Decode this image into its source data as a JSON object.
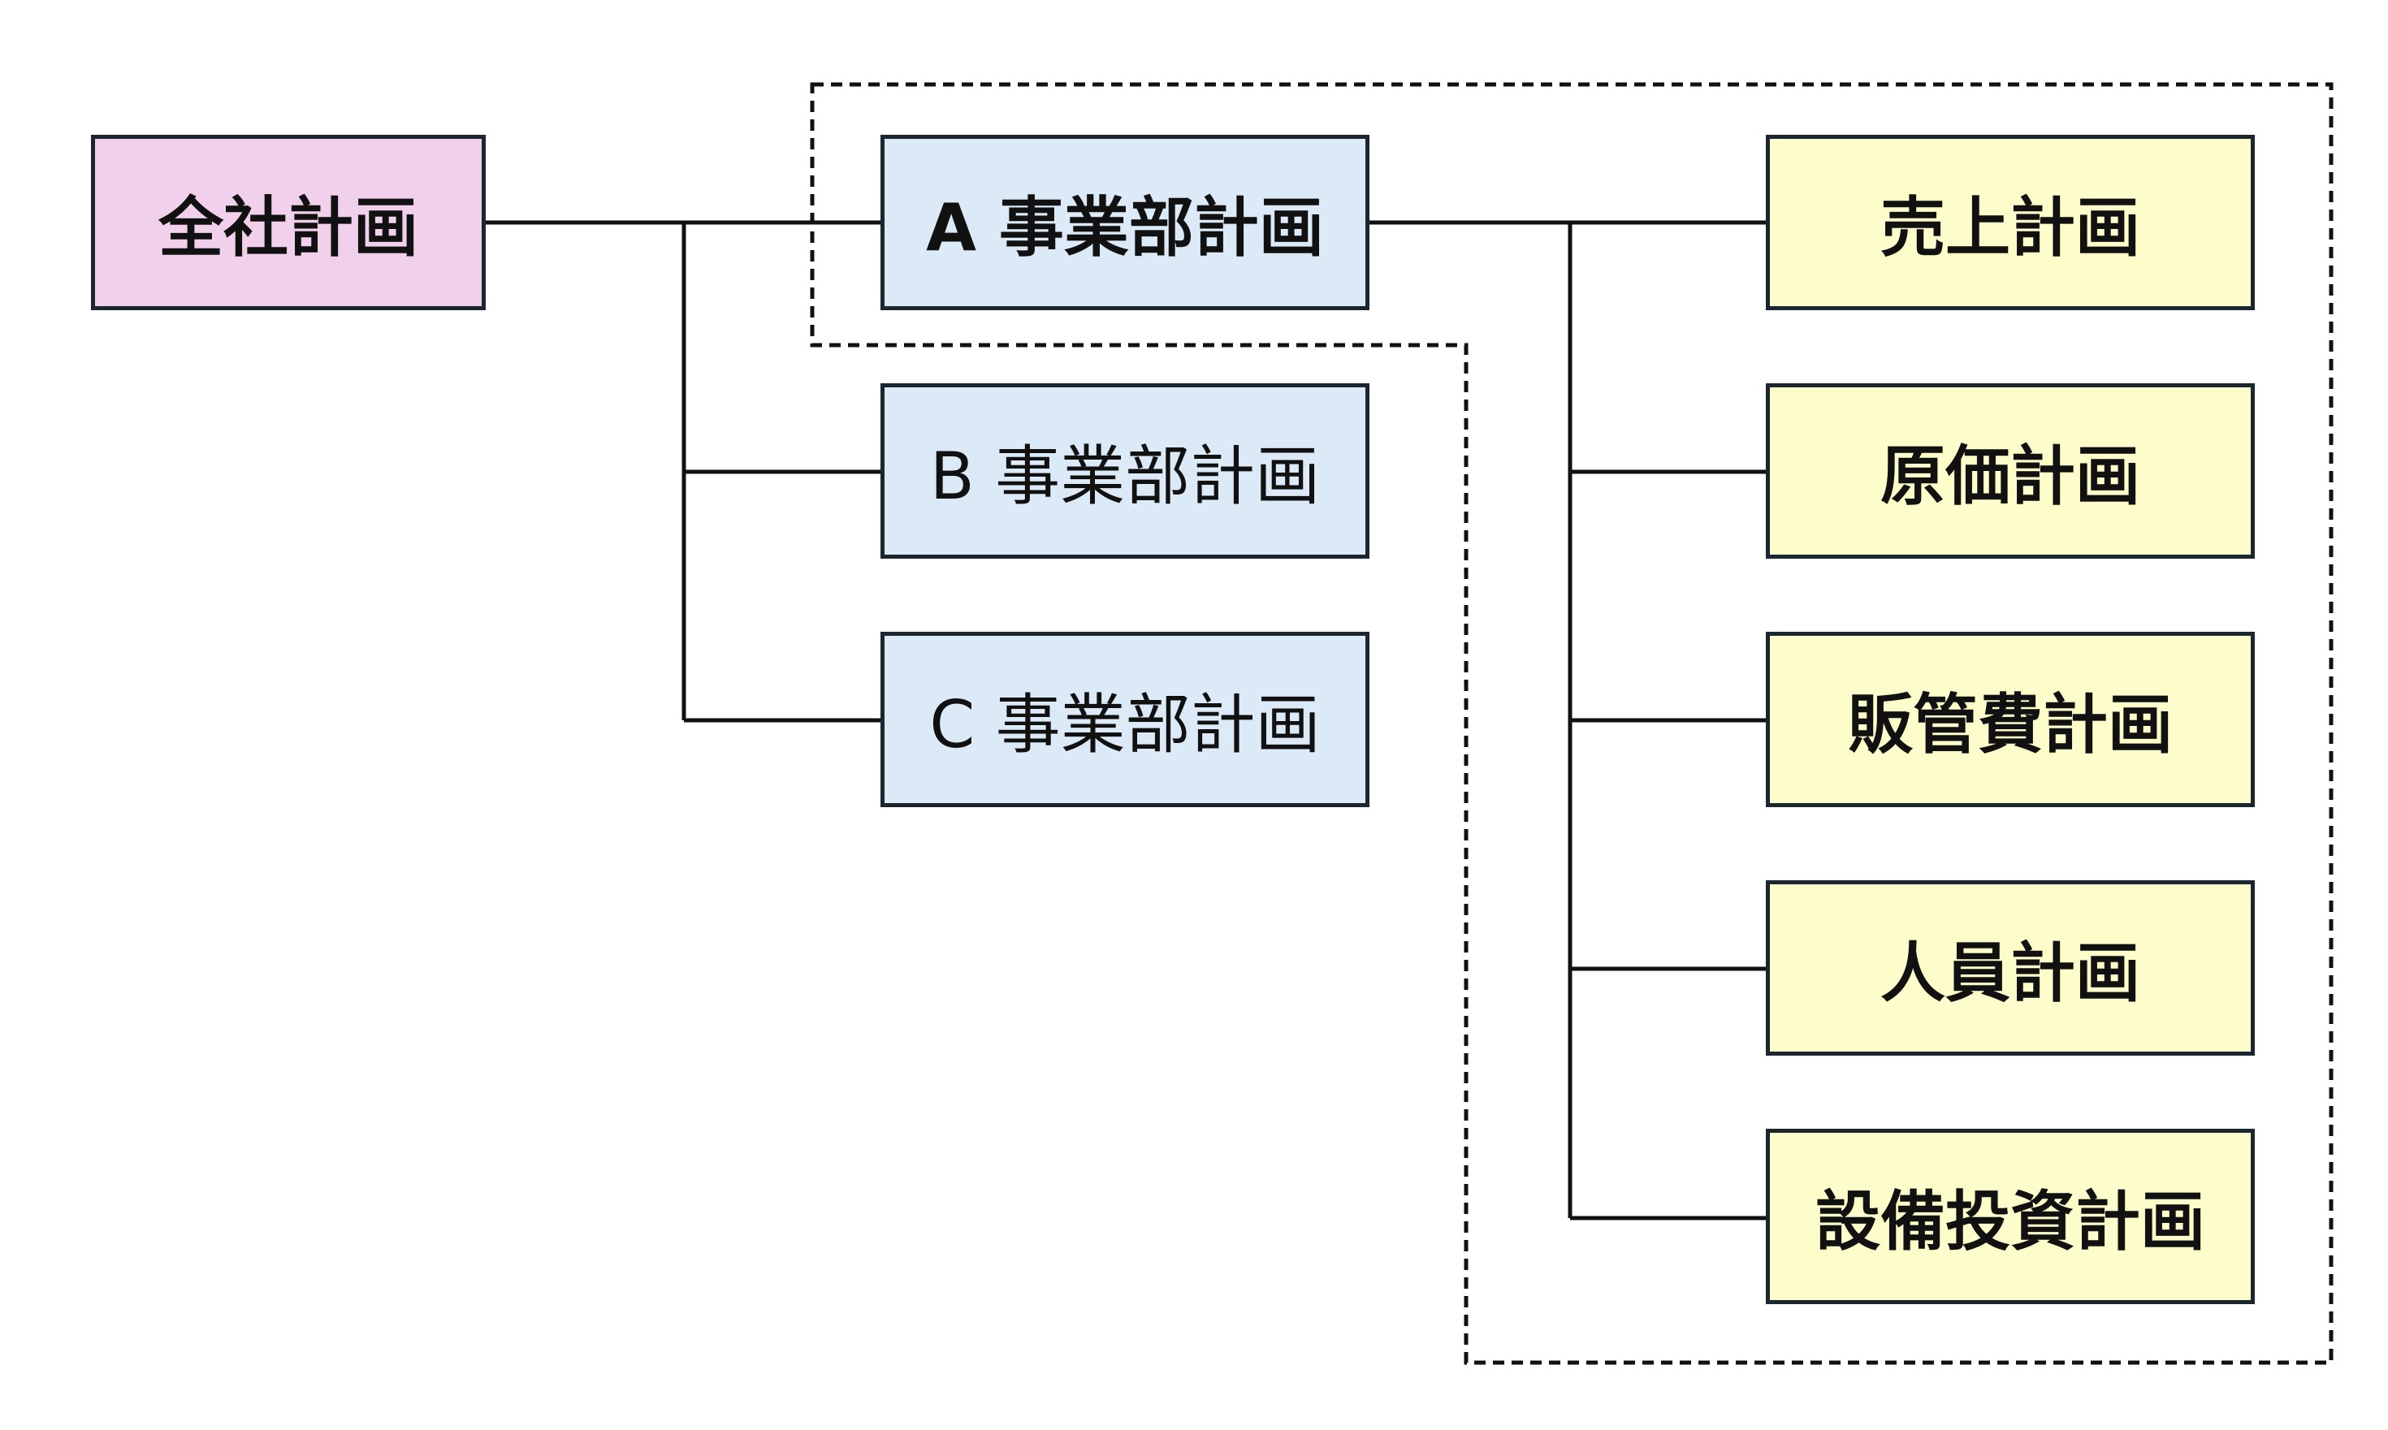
{
  "colors": {
    "root_fill": "#f1d0ec",
    "division_fill": "#dce9f7",
    "plan_fill": "#fdfdcb",
    "border": "#1b2631",
    "line": "#111111",
    "text": "#111111"
  },
  "root": {
    "label": "全社計画"
  },
  "divisions": [
    {
      "label": "A 事業部計画",
      "emphasis": "bold"
    },
    {
      "label": "B 事業部計画",
      "emphasis": "light"
    },
    {
      "label": "C 事業部計画",
      "emphasis": "light"
    }
  ],
  "plans": [
    {
      "label": "売上計画"
    },
    {
      "label": "原価計画"
    },
    {
      "label": "販管費計画"
    },
    {
      "label": "人員計画"
    },
    {
      "label": "設備投資計画"
    }
  ]
}
